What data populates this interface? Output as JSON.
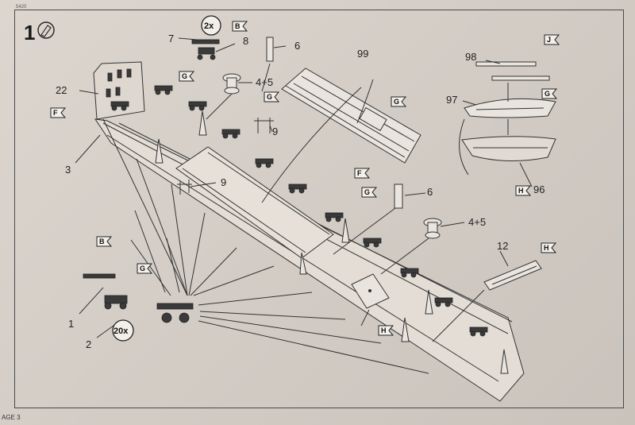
{
  "header": {
    "code": "5420",
    "step_number": "1"
  },
  "footer": {
    "page_label": "AGE 3"
  },
  "multipliers": {
    "top": "2x",
    "bottom": "20x"
  },
  "part_labels": {
    "p7": "7",
    "p8": "8",
    "p6a": "6",
    "p6b": "6",
    "p45a": "4+5",
    "p45b": "4+5",
    "p99": "99",
    "p98": "98",
    "p97": "97",
    "p96": "96",
    "p22": "22",
    "p3": "3",
    "p9a": "9",
    "p9b": "9",
    "p12": "12",
    "p1": "1",
    "p2": "2"
  },
  "sprue_tags": {
    "b_top": "B",
    "g_top": "G",
    "g_stern": "G",
    "f_left": "F",
    "j_right": "J",
    "g_boat": "G",
    "g_deck": "G",
    "f_deck": "F",
    "g_mid": "G",
    "h_boat": "H",
    "b_low": "B",
    "g_low": "G",
    "h_grate": "H",
    "h_ladder": "H"
  }
}
